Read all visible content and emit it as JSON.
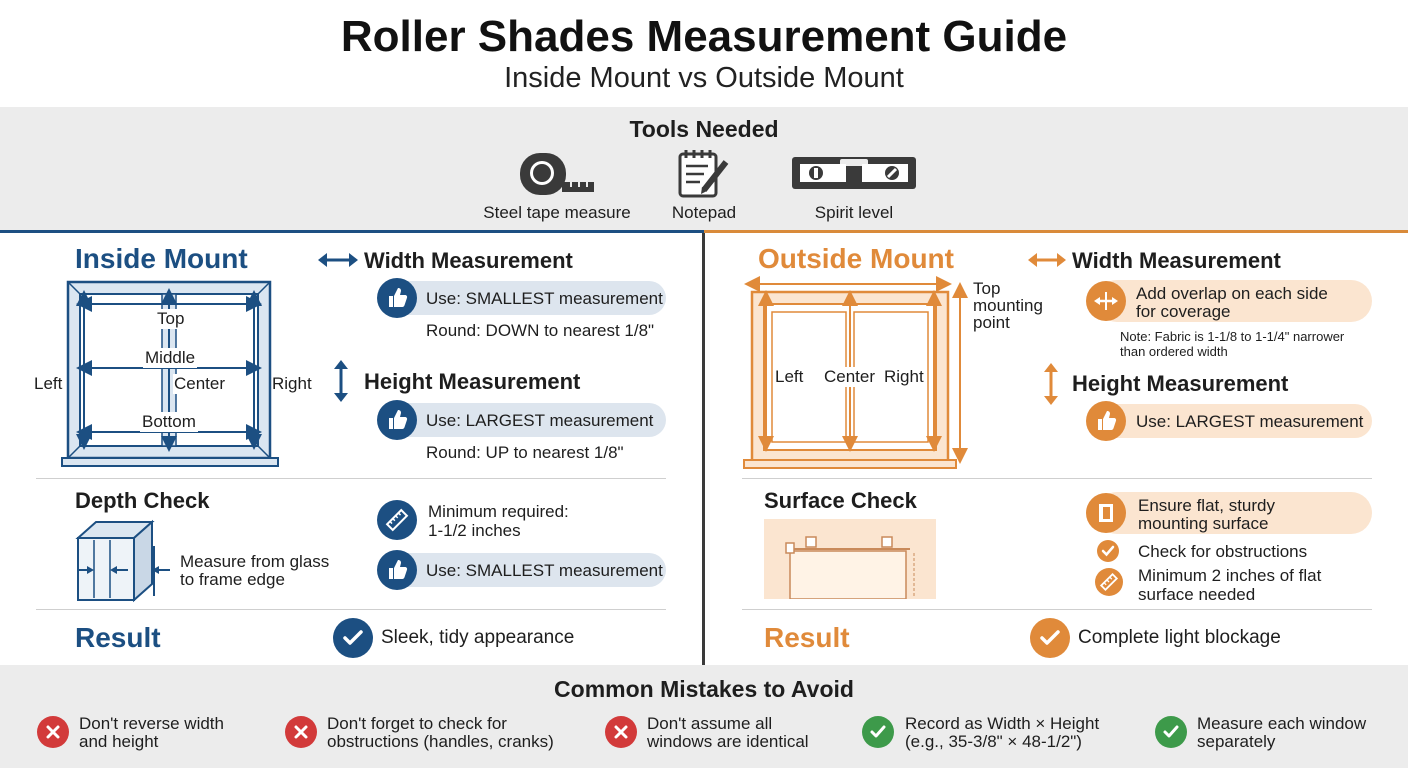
{
  "header": {
    "title": "Roller Shades Measurement Guide",
    "subtitle": "Inside Mount vs Outside Mount"
  },
  "tools": {
    "title": "Tools Needed",
    "items": [
      {
        "label": "Steel tape measure",
        "icon": "tape-measure-icon"
      },
      {
        "label": "Notepad",
        "icon": "notepad-icon"
      },
      {
        "label": "Spirit level",
        "icon": "spirit-level-icon"
      }
    ]
  },
  "inside": {
    "title": "Inside Mount",
    "diagram": {
      "top": "Top",
      "middle": "Middle",
      "left": "Left",
      "center": "Center",
      "right": "Right",
      "bottom": "Bottom"
    },
    "width": {
      "title": "Width Measurement",
      "rule": "Use: SMALLEST measurement",
      "round": "Round: DOWN to nearest 1/8\""
    },
    "height": {
      "title": "Height Measurement",
      "rule": "Use: LARGEST measurement",
      "round": "Round: UP to nearest 1/8\""
    },
    "depth": {
      "title": "Depth Check",
      "caption_line1": "Measure from glass",
      "caption_line2": "to frame edge",
      "min_line1": "Minimum required:",
      "min_line2": "1-1/2 inches",
      "rule": "Use: SMALLEST measurement"
    },
    "result": {
      "label": "Result",
      "text": "Sleek, tidy appearance"
    },
    "color": "#1c4f82"
  },
  "outside": {
    "title": "Outside Mount",
    "diagram": {
      "top_line1": "Top",
      "top_line2": "mounting",
      "top_line3": "point",
      "left": "Left",
      "center": "Center",
      "right": "Right"
    },
    "width": {
      "title": "Width Measurement",
      "rule_line1": "Add overlap on each side",
      "rule_line2": "for coverage",
      "note_line1": "Note: Fabric is 1-1/8 to 1-1/4\" narrower",
      "note_line2": "than ordered width"
    },
    "height": {
      "title": "Height Measurement",
      "rule": "Use: LARGEST measurement"
    },
    "surface": {
      "title": "Surface Check",
      "rule_line1": "Ensure flat, sturdy",
      "rule_line2": "mounting surface",
      "check": "Check for obstructions",
      "min_line1": "Minimum 2 inches of flat",
      "min_line2": "surface needed"
    },
    "result": {
      "label": "Result",
      "text": "Complete light blockage"
    },
    "color": "#e08a3a"
  },
  "mistakes": {
    "title": "Common Mistakes to Avoid",
    "items": [
      {
        "type": "dont",
        "line1": "Don't reverse width",
        "line2": "and height"
      },
      {
        "type": "dont",
        "line1": "Don't forget to check for",
        "line2": "obstructions (handles, cranks)"
      },
      {
        "type": "dont",
        "line1": "Don't assume all",
        "line2": "windows are identical"
      },
      {
        "type": "do",
        "line1": "Record as Width × Height",
        "line2": "(e.g., 35-3/8\" × 48-1/2\")"
      },
      {
        "type": "do",
        "line1": "Measure each window",
        "line2": "separately"
      }
    ]
  }
}
